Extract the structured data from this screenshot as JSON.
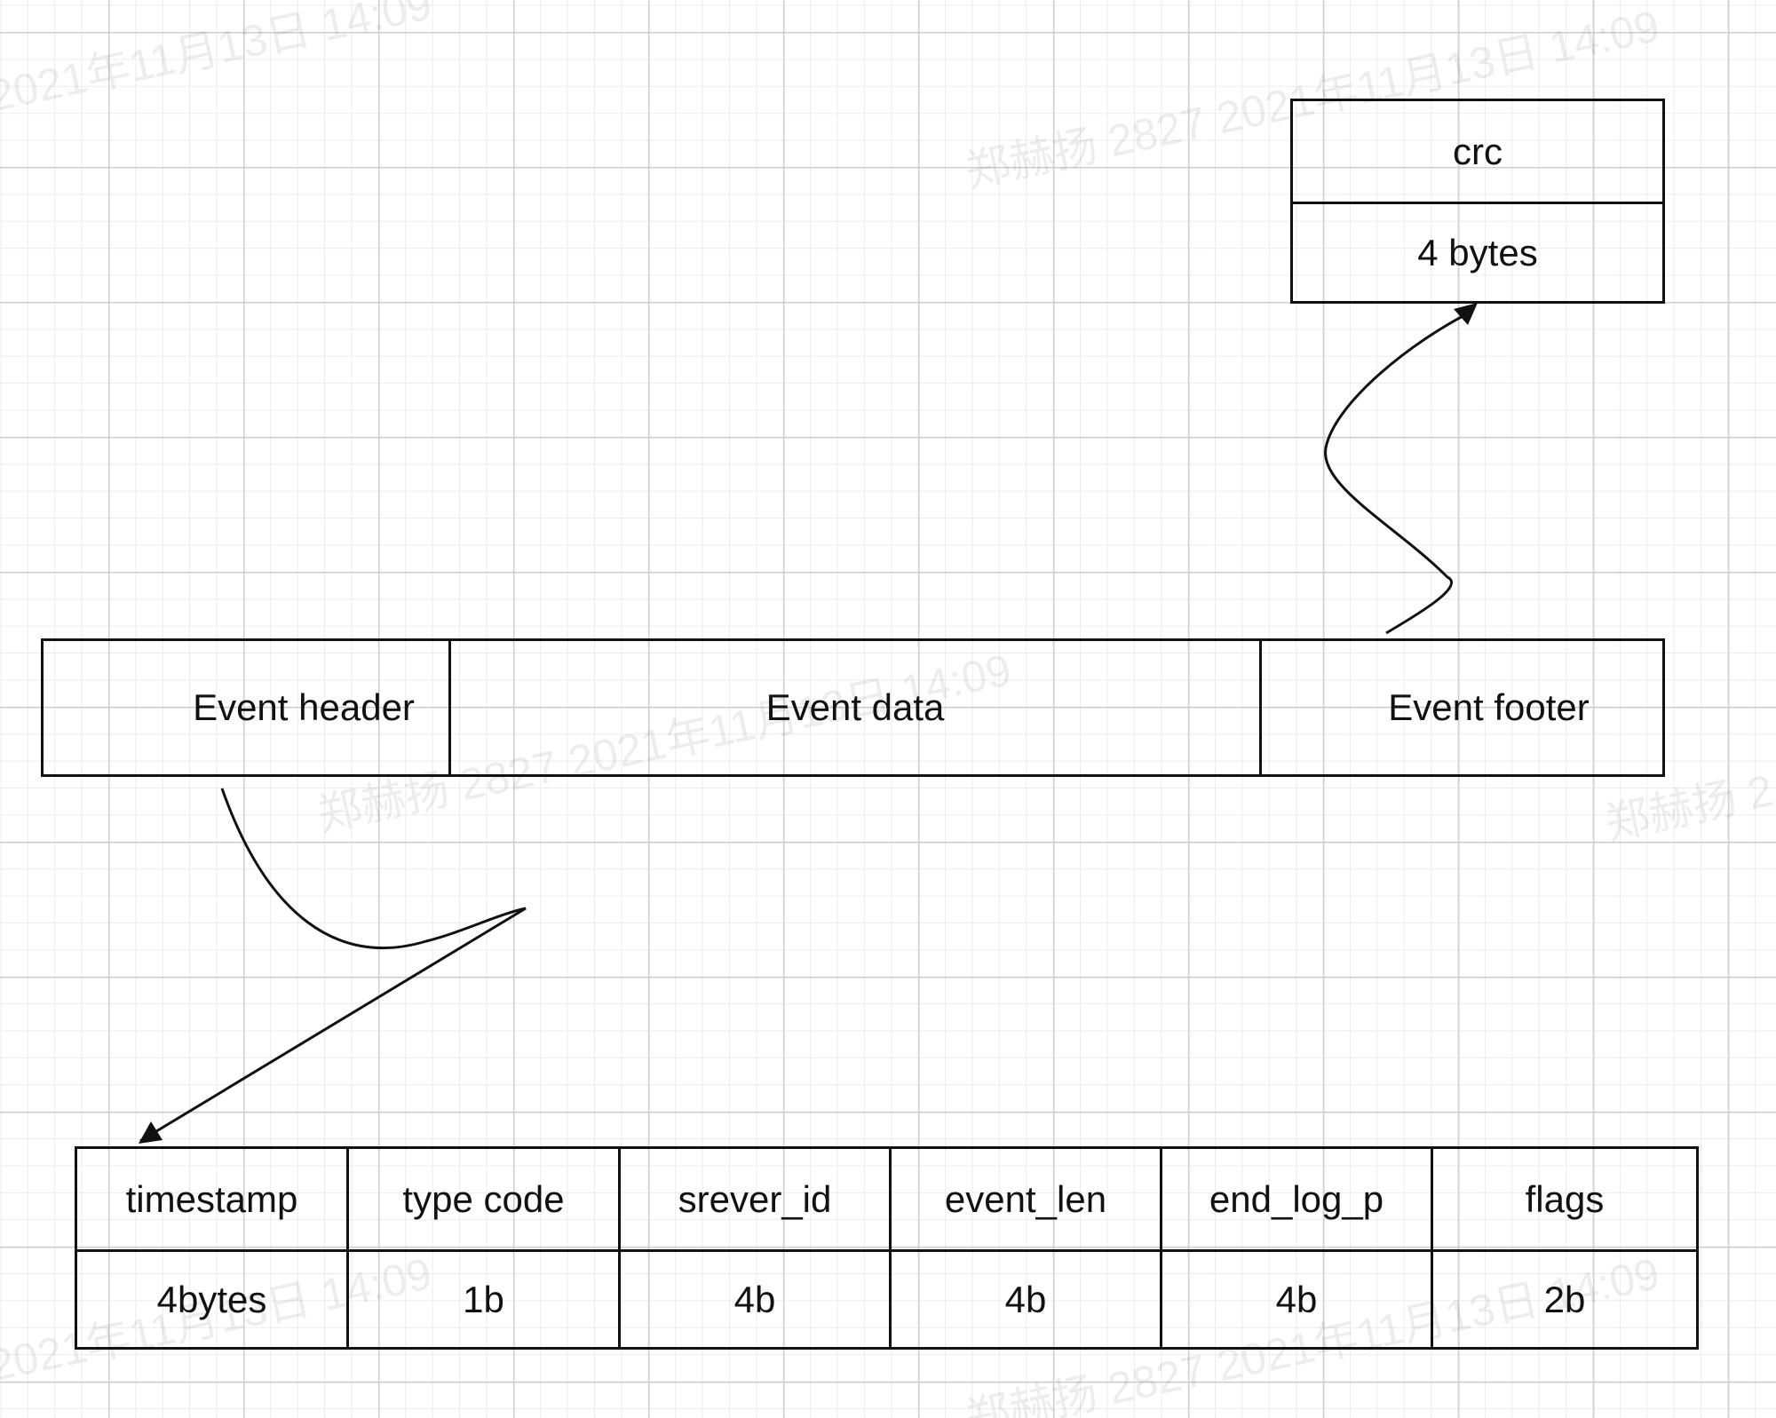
{
  "watermark": {
    "texts": [
      "2021年11月13日 14:09",
      "郑赫扬 2827 2021年11月13日 14:09",
      "郑赫扬 2827 2021年11月13日 14:09",
      "郑赫扬 2",
      "2021年11月13日 14:09",
      "郑赫扬 2827 2021年11月13日 14:09"
    ]
  },
  "event": {
    "header": "Event header",
    "data": "Event data",
    "footer": "Event footer"
  },
  "crc": {
    "name": "crc",
    "size": "4 bytes"
  },
  "header_fields": [
    {
      "name": "timestamp",
      "size": "4bytes"
    },
    {
      "name": "type code",
      "size": "1b"
    },
    {
      "name": "srever_id",
      "size": "4b"
    },
    {
      "name": "event_len",
      "size": "4b"
    },
    {
      "name": "end_log_p",
      "size": "4b"
    },
    {
      "name": "flags",
      "size": "2b"
    }
  ],
  "colors": {
    "stroke": "#111111",
    "grid_major": "#cfcfcf",
    "grid_minor": "#ececec"
  }
}
